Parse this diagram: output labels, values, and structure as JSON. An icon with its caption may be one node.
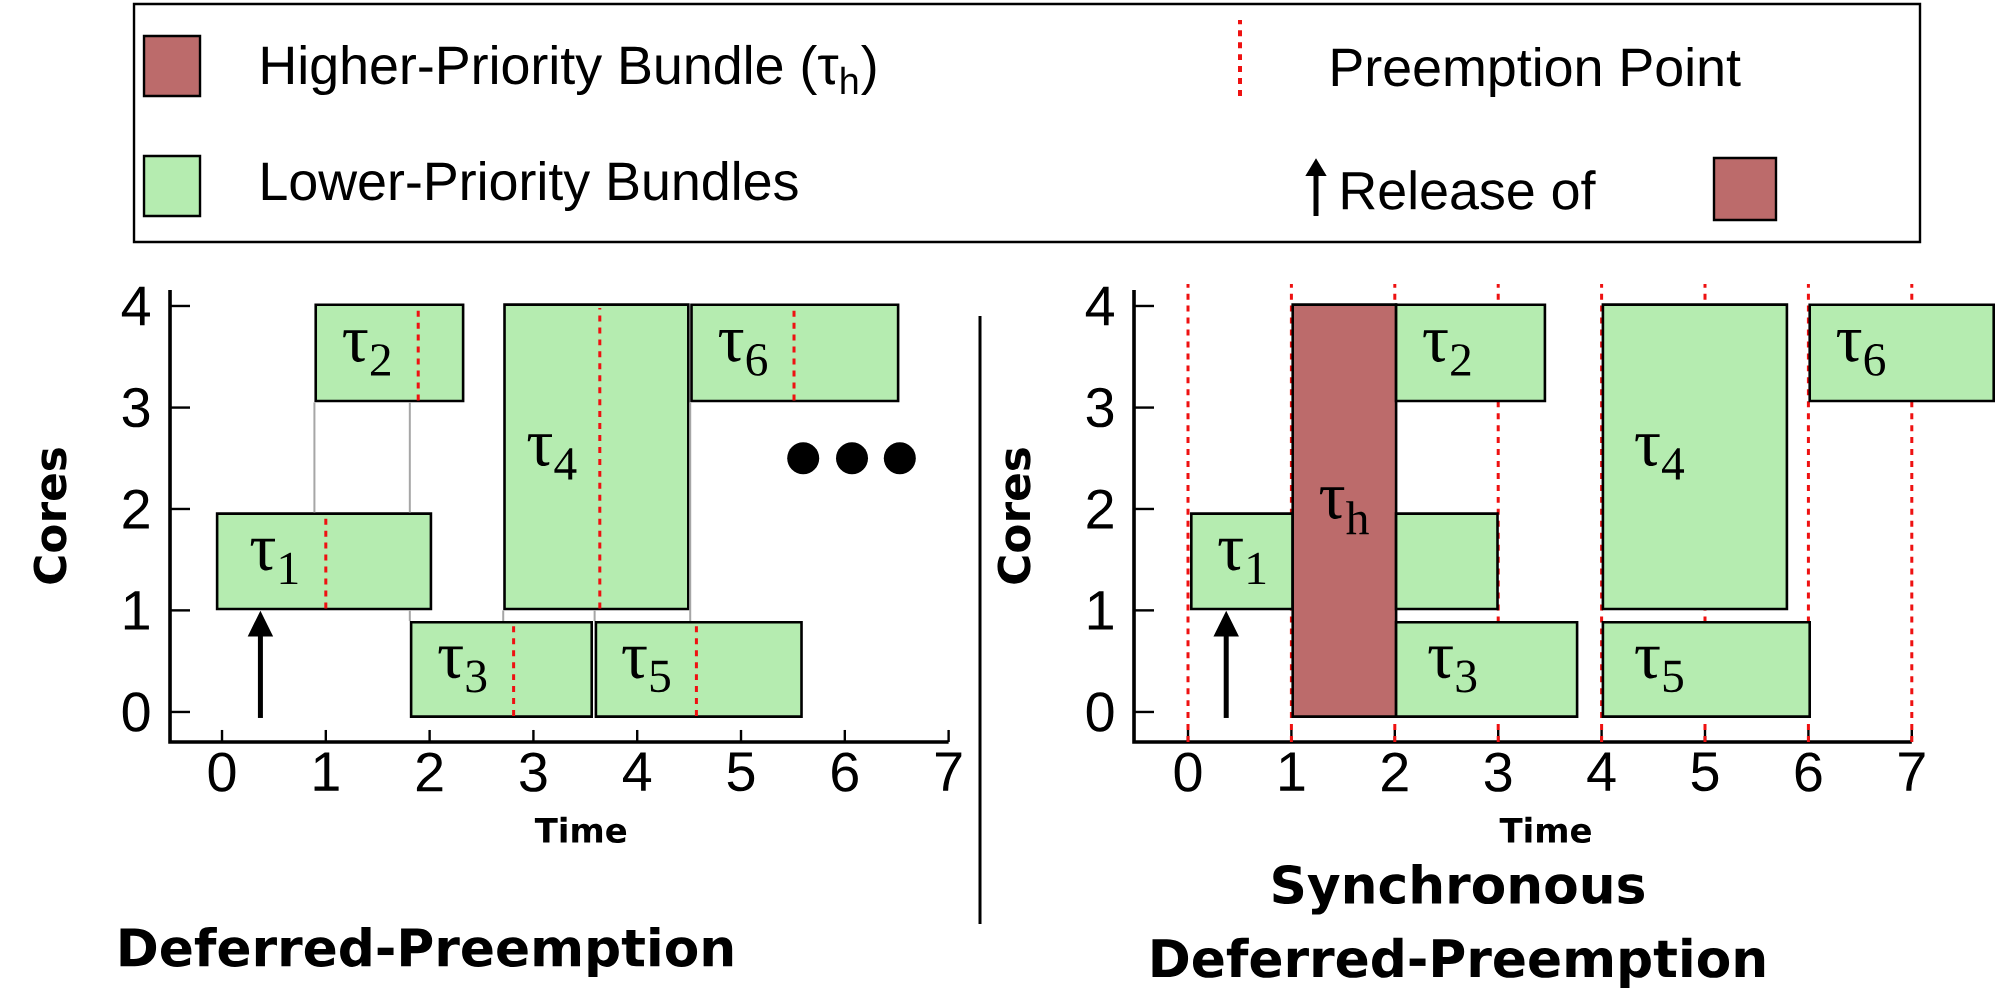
{
  "diagram": {
    "nodes": [
      {
        "text": [
          "τ$_{1}$"
        ]
      },
      {
        "text": [
          "τ$_{2}$"
        ]
      },
      {
        "text": [
          "τ$_{3}$"
        ]
      },
      {
        "text": [
          "τ$_{4}$"
        ]
      },
      {
        "text": [
          "τ$_{5}$"
        ]
      },
      {
        "text": [
          "τ$_{6}$"
        ]
      },
      {
        "text": [
          "τ$_{1}$"
        ]
      },
      {
        "text": [
          "τ$_{h}$"
        ]
      },
      {
        "text": [
          "τ$_{2}$"
        ]
      },
      {
        "text": [],
        "shape": "box"
      },
      {
        "text": [
          "τ$_{3}$"
        ]
      },
      {
        "text": [
          "τ$_{4}$"
        ]
      },
      {
        "text": [
          "τ$_{5}$"
        ]
      },
      {
        "text": [
          "τ$_{6}$"
        ]
      }
    ],
    "edges": [
      {
        "from": 0,
        "to": 1,
        "arrow": "none"
      },
      {
        "from": 1,
        "to": 0,
        "arrow": "none"
      },
      {
        "from": 0,
        "to": 2,
        "arrow": "none"
      },
      {
        "from": 3,
        "to": 2,
        "arrow": "none"
      },
      {
        "from": 3,
        "to": 4,
        "arrow": "none"
      },
      {
        "from": 5,
        "to": 4,
        "arrow": "none"
      },
      {
        "from": null,
        "to": 0,
        "arrow": "to",
        "style": "thick",
        "color": "#000000"
      },
      {
        "from": null,
        "to": 6,
        "arrow": "to",
        "style": "thick",
        "color": "#000000"
      }
    ],
    "labels": [
      "4",
      "3",
      "2",
      "1",
      "0",
      "Cores",
      "0",
      "1",
      "2",
      "3",
      "4",
      "5",
      "6",
      "7",
      "Time",
      "4",
      "3",
      "2",
      "1",
      "0",
      "Cores",
      "0",
      "1",
      "2",
      "3",
      "4",
      "5",
      "6",
      "7",
      "Time",
      "Deferred-Preemption",
      "Synchronous Deferred-Preemption"
    ],
    "legend": [
      {
        "text": "Higher-Priority Bundle (τ$_{h}$)",
        "color": "#bc6b6b"
      },
      {
        "text": "Preemption Point"
      },
      {
        "text": "Lower-Priority Bundles",
        "color": "#b5ecb0"
      },
      {
        "text": "Release of"
      }
    ]
  }
}
